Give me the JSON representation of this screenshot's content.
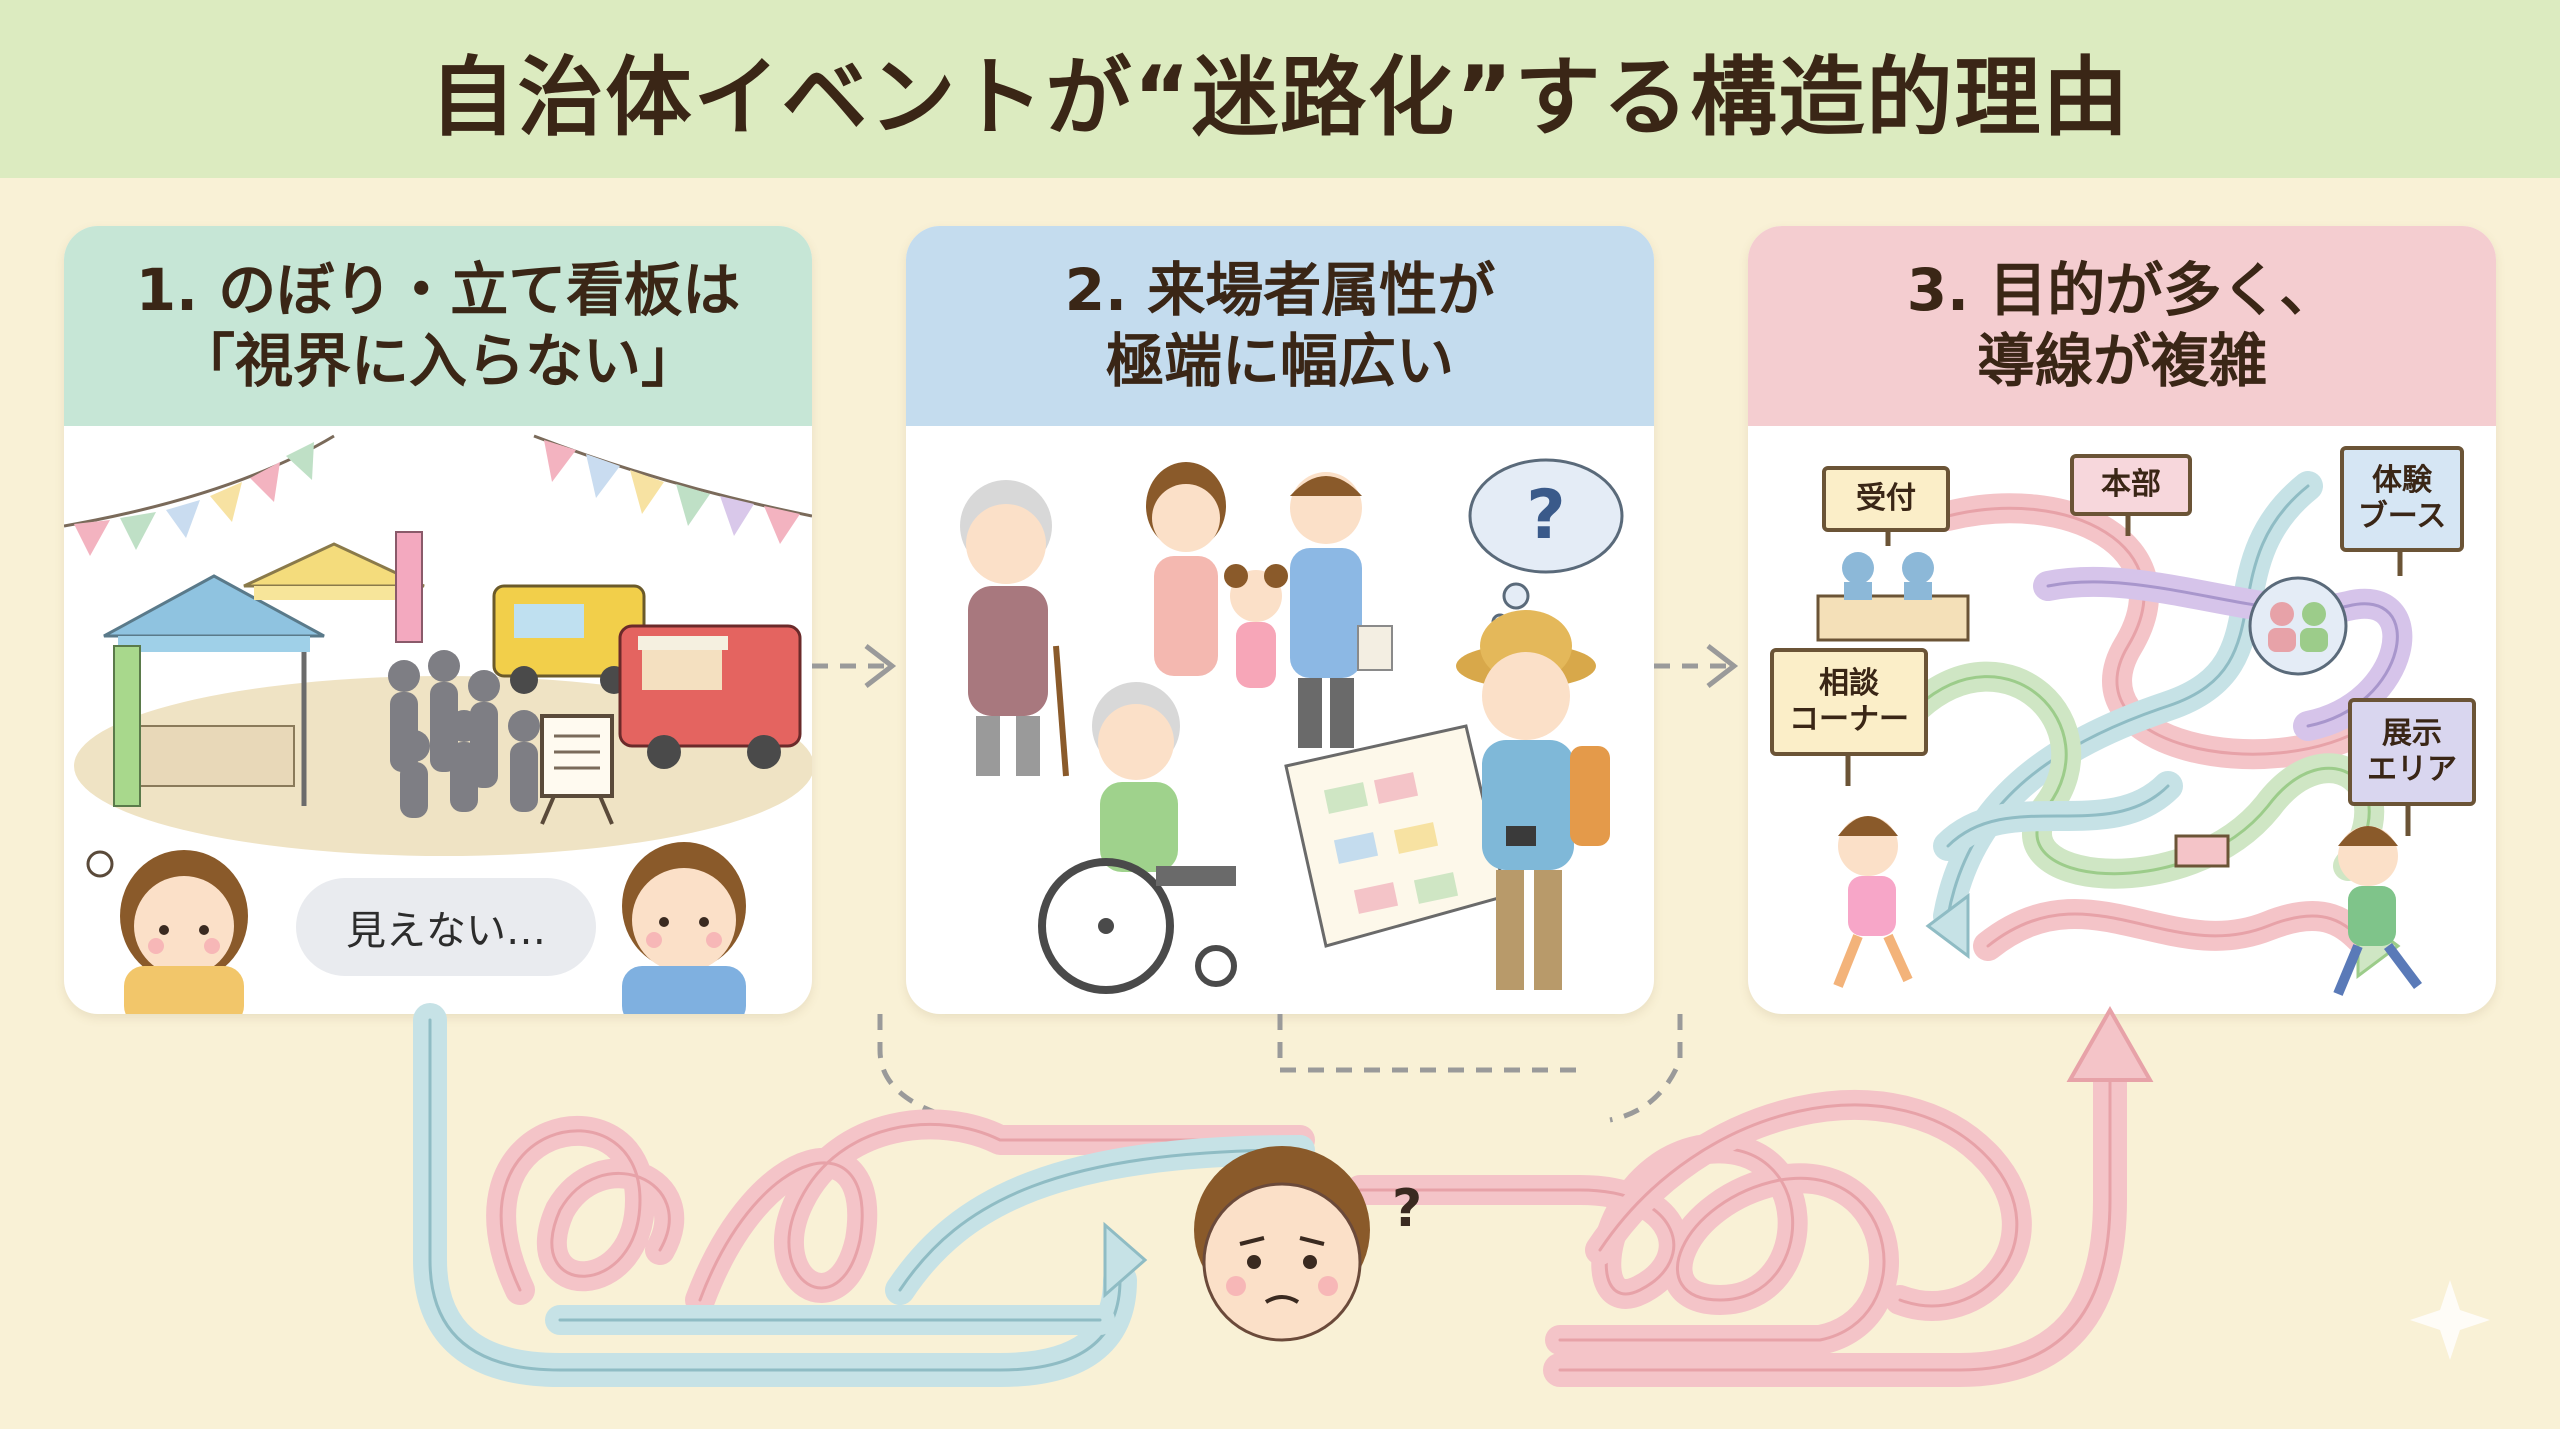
{
  "title": "自治体イベントが“迷路化”する構造的理由",
  "panels": [
    {
      "heading_lines": [
        "1. のぼり・立て看板は",
        "「視界に入らない」"
      ],
      "speech": "見えない…"
    },
    {
      "heading_lines": [
        "2. 来場者属性が",
        "極端に幅広い"
      ],
      "question_mark": "?"
    },
    {
      "heading_lines": [
        "3. 目的が多く、",
        "導線が複雑"
      ],
      "signs": {
        "reception": "受付",
        "headquarters": "本部",
        "experience_booth": [
          "体験",
          "ブース"
        ],
        "consultation_corner": [
          "相談",
          "コーナー"
        ],
        "exhibition_area": [
          "展示",
          "エリア"
        ]
      }
    }
  ],
  "bottom_question_mark": "?",
  "colors": {
    "background": "#f9f1d6",
    "title_band": "#dcebc0",
    "panel1_header": "#c6e6d6",
    "panel2_header": "#c4dcee",
    "panel3_header": "#f4cdd0",
    "path_pink": "#f4c4c8",
    "path_blue": "#c6e2e6",
    "path_green": "#cfe6c4",
    "outline": "#6b4a3a"
  },
  "icons": [
    "pennant-flags",
    "tent",
    "food-truck",
    "signboard",
    "elderly-person",
    "family",
    "wheelchair-user",
    "tourist-with-map",
    "thought-bubble",
    "maze-paths",
    "arrow-right",
    "confused-face"
  ]
}
